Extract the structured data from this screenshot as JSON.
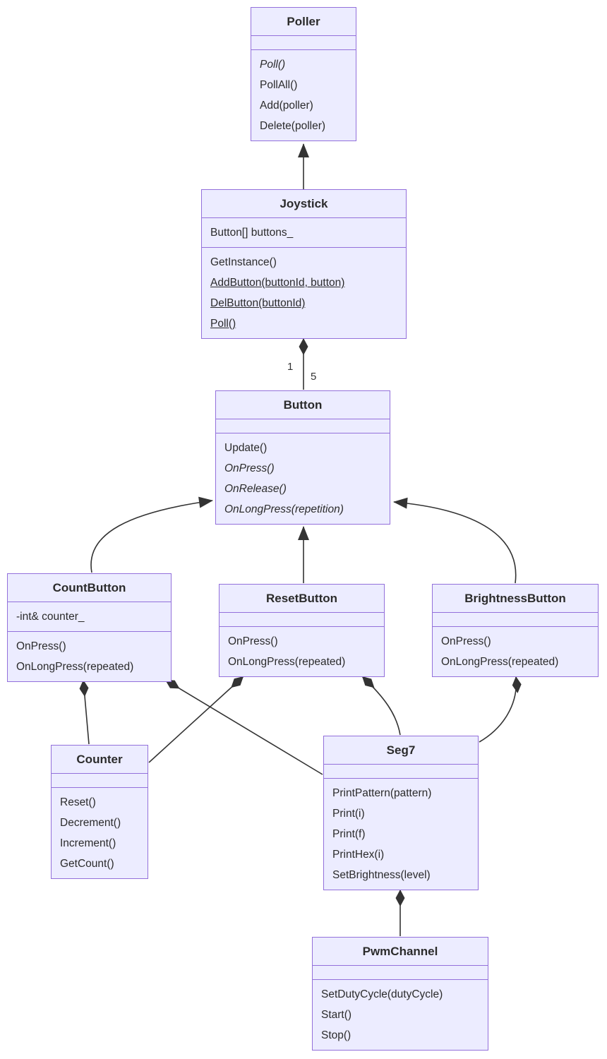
{
  "diagram": {
    "type": "uml-class-diagram",
    "colors": {
      "background": "#ffffff",
      "box_fill": "#ECECFF",
      "box_border": "#9370DB",
      "line": "#333333",
      "text": "#2b2b2b"
    },
    "classes": [
      {
        "id": "poller",
        "name": "Poller",
        "attributes": [],
        "methods": [
          {
            "text": "Poll()",
            "style": "italic"
          },
          {
            "text": "PollAll()",
            "style": "normal"
          },
          {
            "text": "Add(poller)",
            "style": "normal"
          },
          {
            "text": "Delete(poller)",
            "style": "normal"
          }
        ]
      },
      {
        "id": "joystick",
        "name": "Joystick",
        "attributes": [
          {
            "text": "Button[] buttons_",
            "style": "normal"
          }
        ],
        "methods": [
          {
            "text": "GetInstance()",
            "style": "normal"
          },
          {
            "text": "AddButton(buttonId, button)",
            "style": "underline"
          },
          {
            "text": "DelButton(buttonId)",
            "style": "underline"
          },
          {
            "text": "Poll()",
            "style": "underline"
          }
        ]
      },
      {
        "id": "button",
        "name": "Button",
        "attributes": [],
        "methods": [
          {
            "text": "Update()",
            "style": "normal"
          },
          {
            "text": "OnPress()",
            "style": "italic"
          },
          {
            "text": "OnRelease()",
            "style": "italic"
          },
          {
            "text": "OnLongPress(repetition)",
            "style": "italic"
          }
        ]
      },
      {
        "id": "countbutton",
        "name": "CountButton",
        "attributes": [
          {
            "text": "-int& counter_",
            "style": "normal"
          }
        ],
        "methods": [
          {
            "text": "OnPress()",
            "style": "normal"
          },
          {
            "text": "OnLongPress(repeated)",
            "style": "normal"
          }
        ]
      },
      {
        "id": "resetbutton",
        "name": "ResetButton",
        "attributes": [],
        "methods": [
          {
            "text": "OnPress()",
            "style": "normal"
          },
          {
            "text": "OnLongPress(repeated)",
            "style": "normal"
          }
        ]
      },
      {
        "id": "brightnessbutton",
        "name": "BrightnessButton",
        "attributes": [],
        "methods": [
          {
            "text": "OnPress()",
            "style": "normal"
          },
          {
            "text": "OnLongPress(repeated)",
            "style": "normal"
          }
        ]
      },
      {
        "id": "counter",
        "name": "Counter",
        "attributes": [],
        "methods": [
          {
            "text": "Reset()",
            "style": "normal"
          },
          {
            "text": "Decrement()",
            "style": "normal"
          },
          {
            "text": "Increment()",
            "style": "normal"
          },
          {
            "text": "GetCount()",
            "style": "normal"
          }
        ]
      },
      {
        "id": "seg7",
        "name": "Seg7",
        "attributes": [],
        "methods": [
          {
            "text": "PrintPattern(pattern)",
            "style": "normal"
          },
          {
            "text": "Print(i)",
            "style": "normal"
          },
          {
            "text": "Print(f)",
            "style": "normal"
          },
          {
            "text": "PrintHex(i)",
            "style": "normal"
          },
          {
            "text": "SetBrightness(level)",
            "style": "normal"
          }
        ]
      },
      {
        "id": "pwmchannel",
        "name": "PwmChannel",
        "attributes": [],
        "methods": [
          {
            "text": "SetDutyCycle(dutyCycle)",
            "style": "normal"
          },
          {
            "text": "Start()",
            "style": "normal"
          },
          {
            "text": "Stop()",
            "style": "normal"
          }
        ]
      }
    ],
    "relationships": [
      {
        "from": "Joystick",
        "to": "Poller",
        "type": "inheritance"
      },
      {
        "from": "Joystick",
        "to": "Button",
        "type": "composition",
        "owner_multiplicity": "1",
        "part_multiplicity": "5"
      },
      {
        "from": "CountButton",
        "to": "Button",
        "type": "inheritance"
      },
      {
        "from": "ResetButton",
        "to": "Button",
        "type": "inheritance"
      },
      {
        "from": "BrightnessButton",
        "to": "Button",
        "type": "inheritance"
      },
      {
        "from": "CountButton",
        "to": "Counter",
        "type": "composition"
      },
      {
        "from": "CountButton",
        "to": "Seg7",
        "type": "composition"
      },
      {
        "from": "ResetButton",
        "to": "Counter",
        "type": "composition"
      },
      {
        "from": "ResetButton",
        "to": "Seg7",
        "type": "composition"
      },
      {
        "from": "BrightnessButton",
        "to": "Seg7",
        "type": "composition"
      },
      {
        "from": "Seg7",
        "to": "PwmChannel",
        "type": "composition"
      }
    ],
    "multiplicity_labels": {
      "joystick_end": "1",
      "button_end": "5"
    }
  }
}
